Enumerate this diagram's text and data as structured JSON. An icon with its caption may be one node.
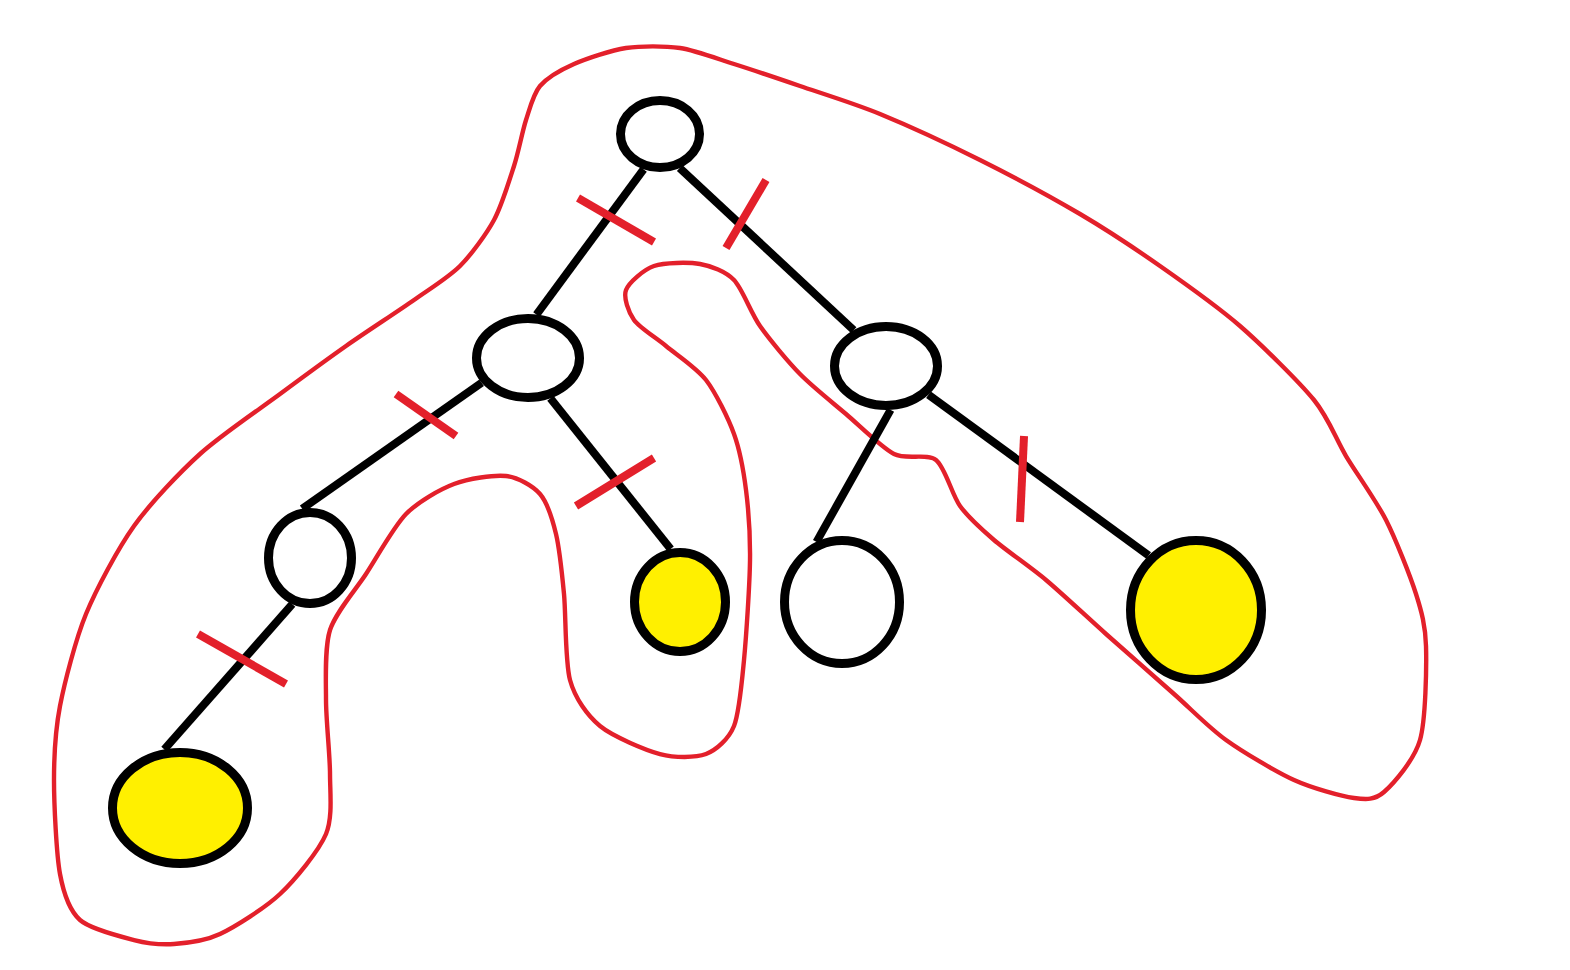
{
  "diagram": {
    "nodes": [
      {
        "text": [],
        "shape": "circle"
      },
      {
        "text": [],
        "shape": "circle"
      },
      {
        "text": [],
        "shape": "circle"
      },
      {
        "text": [],
        "shape": "circle"
      },
      {
        "text": [],
        "shape": "circle"
      },
      {
        "text": [],
        "shape": "circle"
      },
      {
        "text": [],
        "shape": "circle"
      },
      {
        "text": [],
        "shape": "circle"
      }
    ],
    "edges": [
      {
        "from": 0,
        "to": 1,
        "arrow": "none"
      },
      {
        "from": 0,
        "to": 2,
        "arrow": "none"
      },
      {
        "from": 1,
        "to": 3,
        "arrow": "none"
      },
      {
        "from": 1,
        "to": 4,
        "arrow": "none"
      },
      {
        "from": 2,
        "to": 5,
        "arrow": "none"
      },
      {
        "from": 2,
        "to": 6,
        "arrow": "none"
      },
      {
        "from": 3,
        "to": 7,
        "arrow": "none"
      }
    ]
  }
}
